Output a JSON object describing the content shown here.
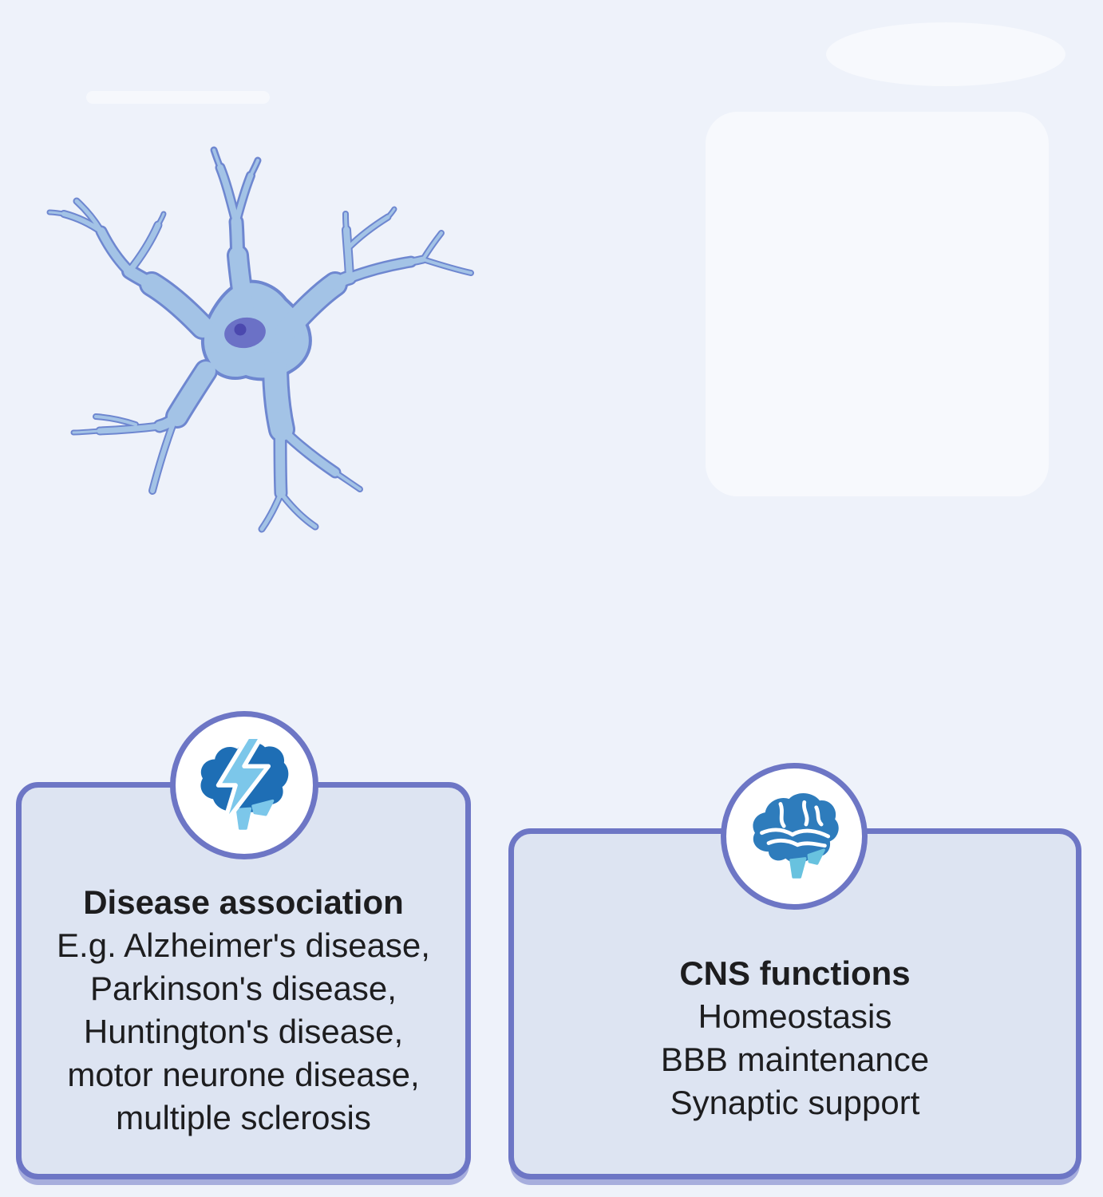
{
  "illustration": {
    "label": "astrocyte-cell"
  },
  "cards": {
    "disease": {
      "icon": "brain-lightning",
      "title": "Disease association",
      "lines": [
        "E.g. Alzheimer's disease,",
        "Parkinson's disease,",
        "Huntington's disease,",
        "motor neurone disease,",
        "multiple sclerosis"
      ]
    },
    "cns": {
      "icon": "brain",
      "title": "CNS functions",
      "lines": [
        "Homeostasis",
        "BBB maintenance",
        "Synaptic support"
      ]
    }
  },
  "colors": {
    "background": "#eef2fa",
    "card_fill": "#dde4f2",
    "card_border": "#6d76c5",
    "cell_fill": "#a3c3e6",
    "cell_outline": "#6e87d0",
    "nucleus": "#6b71c6",
    "nucleolus": "#4b48ae",
    "brain_dark_blue": "#1e6eb5",
    "brain_mid_blue": "#2e7cbc",
    "accent_light_blue": "#7cc7ea",
    "text": "#1d1d1f"
  }
}
